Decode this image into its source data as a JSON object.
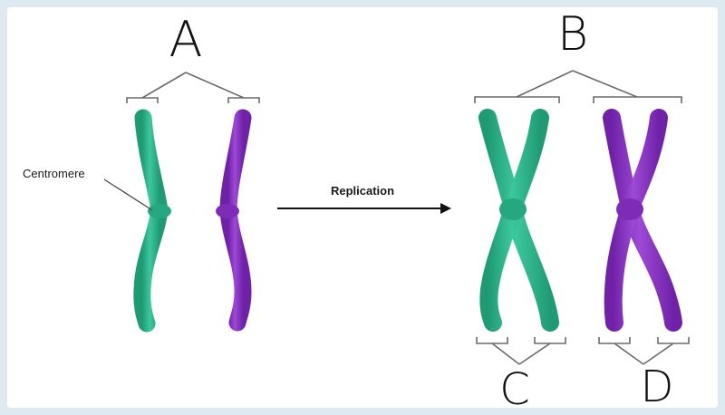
{
  "labels": {
    "a": "A",
    "b": "B",
    "c": "C",
    "d": "D",
    "centromere": "Centromere",
    "replication": "Replication"
  },
  "colors": {
    "green": "#2bb38a",
    "purple": "#8a35c4",
    "line": "#6b6b6b",
    "text": "#1a1a1a"
  }
}
